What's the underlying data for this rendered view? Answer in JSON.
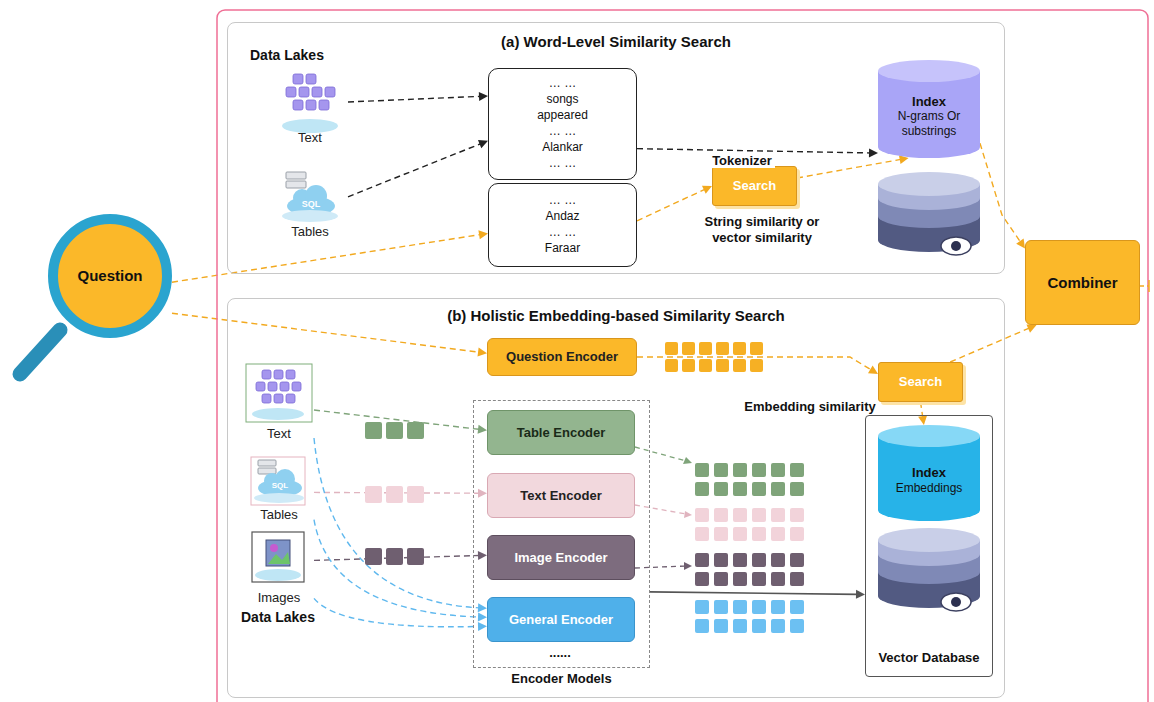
{
  "diagram": {
    "nodes": [
      {
        "text": [
          "(a) Word-Level Similarity Search"
        ]
      },
      {
        "text": [
          "Text"
        ],
        "in": 0
      },
      {
        "text": [
          "Tables"
        ],
        "in": 0
      },
      {
        "text": [
          "… …",
          "songs",
          "appeared",
          "… …",
          "Alankar",
          "… …"
        ],
        "in": 0
      },
      {
        "text": [
          "… …",
          "Andaz",
          "… …",
          "Faraar"
        ],
        "in": 0
      },
      {
        "text": [
          "Search"
        ],
        "in": 0
      },
      {
        "text": [
          "Index",
          "N-grams Or substrings"
        ],
        "in": 0
      },
      {
        "text": [
          "Question"
        ]
      },
      {
        "text": [
          "Combiner"
        ]
      },
      {
        "text": [
          "(b) Holistic Embedding-based Similarity Search"
        ]
      },
      {
        "text": [
          "Question Encoder"
        ],
        "in": 9
      },
      {
        "text": [
          "Search"
        ],
        "in": 9
      },
      {
        "text": [
          "Text"
        ],
        "in": 9
      },
      {
        "text": [
          "Tables"
        ],
        "in": 9
      },
      {
        "text": [
          "Images"
        ],
        "in": 9
      },
      {
        "text": [
          "Encoder Models"
        ],
        "in": 9
      },
      {
        "text": [
          "Table Encoder"
        ],
        "in": 15
      },
      {
        "text": [
          "Text Encoder"
        ],
        "in": 15
      },
      {
        "text": [
          "Image Encoder"
        ],
        "in": 15
      },
      {
        "text": [
          "General Encoder"
        ],
        "in": 15
      },
      {
        "text": [
          "Vector Database"
        ],
        "in": 9
      },
      {
        "text": [
          "Index",
          "Embeddings"
        ],
        "in": 20
      }
    ],
    "edges": [
      {
        "from": 1,
        "to": 3,
        "arrow": "to"
      },
      {
        "from": 2,
        "to": 3,
        "arrow": "to"
      },
      {
        "from": 3,
        "to": 6,
        "label": "Tokenizer",
        "arrow": "to"
      },
      {
        "from": 7,
        "to": 4,
        "arrow": "to"
      },
      {
        "from": 4,
        "to": 5,
        "arrow": "to"
      },
      {
        "from": 5,
        "to": 6,
        "arrow": "to"
      },
      {
        "from": 6,
        "to": 8,
        "arrow": "to"
      },
      {
        "from": 7,
        "to": 10,
        "arrow": "to"
      },
      {
        "from": 10,
        "to": 11,
        "arrow": "to"
      },
      {
        "from": 11,
        "to": 8,
        "arrow": "to"
      },
      {
        "from": 11,
        "to": 21,
        "arrow": "to"
      },
      {
        "from": 12,
        "to": 16,
        "arrow": "to"
      },
      {
        "from": 13,
        "to": 17,
        "arrow": "to"
      },
      {
        "from": 14,
        "to": 18,
        "arrow": "to"
      },
      {
        "from": 12,
        "to": 19,
        "arrow": "to"
      },
      {
        "from": 13,
        "to": 19,
        "arrow": "to"
      },
      {
        "from": 14,
        "to": 19,
        "arrow": "to"
      },
      {
        "from": 15,
        "to": 20,
        "arrow": "to"
      }
    ],
    "labels": [
      "Data Lakes",
      "String similarity or vector similarity",
      "Embedding similarity",
      "Data Lakes",
      "......",
      "SQL",
      "SQL"
    ]
  }
}
